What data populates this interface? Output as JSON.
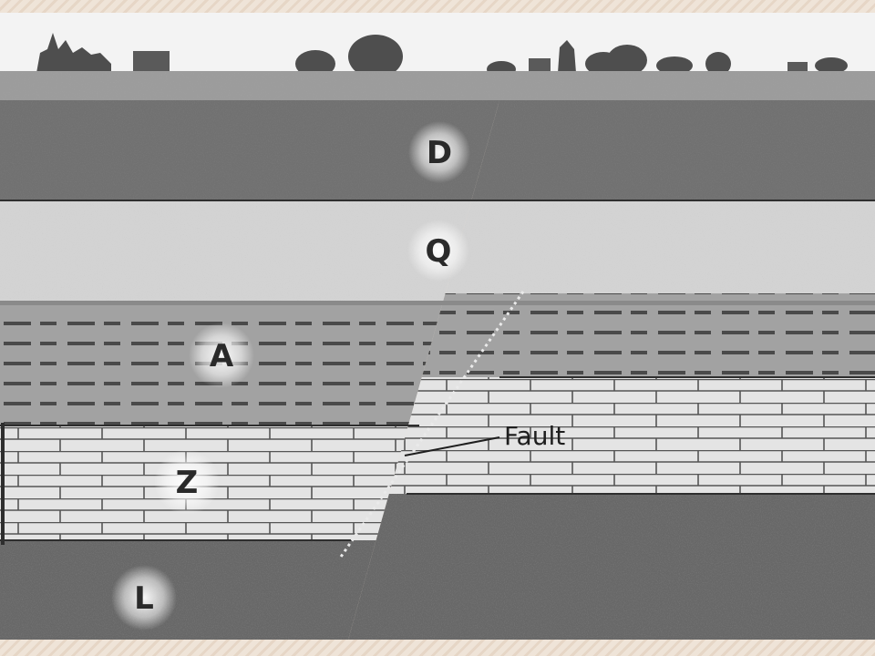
{
  "diagram": {
    "layers": {
      "D": "D",
      "Q": "Q",
      "A": "A",
      "Z": "Z",
      "L": "L"
    },
    "fault_label": "Fault"
  },
  "colors": {
    "sky": "#f4f4f4",
    "surface": "#9a9a9a",
    "layer_d": "#6f6f6f",
    "layer_q": "#d4d4d4",
    "layer_a": "#9e9e9e",
    "layer_z": "#e2e2e2",
    "layer_l": "#666666",
    "line": "#2e2e2e"
  }
}
